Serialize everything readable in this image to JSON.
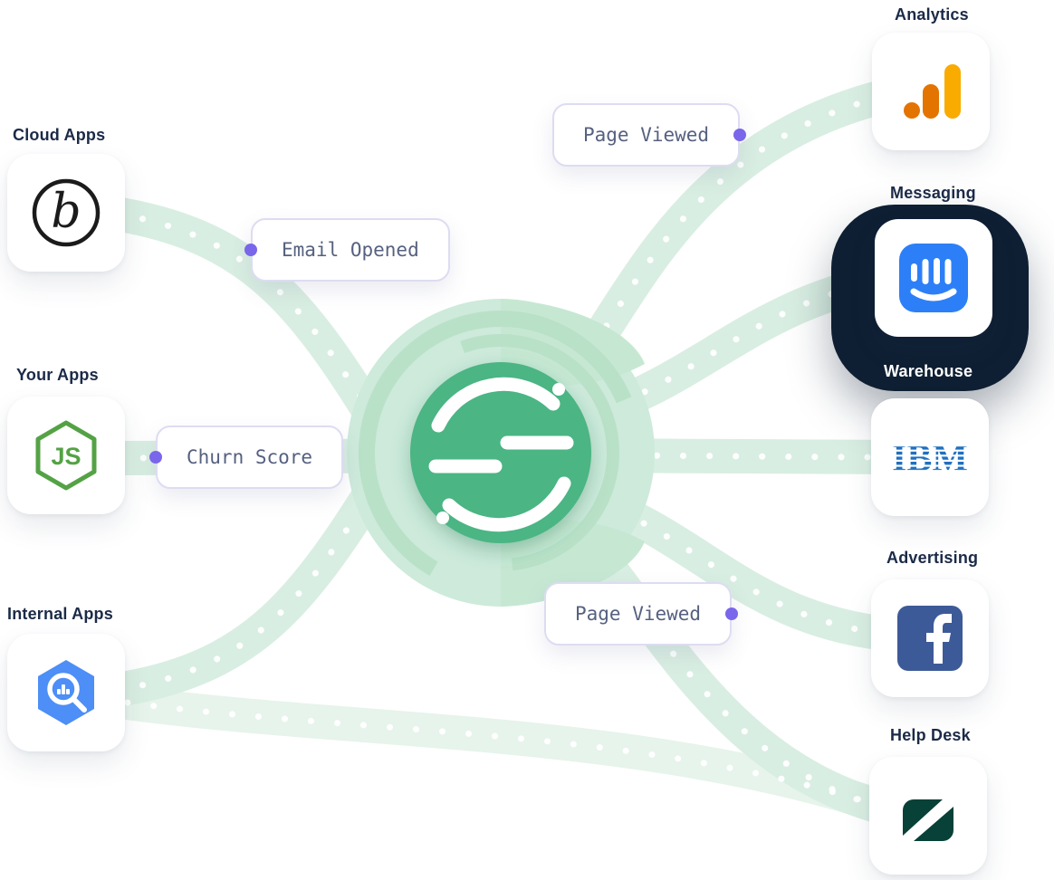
{
  "hub": {
    "name": "segment-hub",
    "color": "#4cb584",
    "glow_color": "#cdeadb"
  },
  "groups": {
    "left": [
      {
        "label": "Cloud Apps",
        "icon": "braze-icon"
      },
      {
        "label": "Your Apps",
        "icon": "nodejs-icon"
      },
      {
        "label": "Internal Apps",
        "icon": "bigquery-icon"
      }
    ],
    "right": [
      {
        "label": "Analytics",
        "icon": "google-analytics-icon"
      },
      {
        "label": "Messaging",
        "icon": "intercom-icon"
      },
      {
        "label": "Warehouse",
        "icon": "ibm-icon"
      },
      {
        "label": "Advertising",
        "icon": "facebook-icon"
      },
      {
        "label": "Help Desk",
        "icon": "zendesk-icon"
      }
    ]
  },
  "pills": [
    {
      "label": "Page Viewed",
      "dot_side": "right"
    },
    {
      "label": "Email Opened",
      "dot_side": "left"
    },
    {
      "label": "Churn Score",
      "dot_side": "left"
    },
    {
      "label": "Page Viewed",
      "dot_side": "right"
    }
  ],
  "icons": {
    "braze_glyph": "b",
    "nodejs_glyph": "JS",
    "ibm_glyph": "IBM"
  },
  "colors": {
    "path": "#d9eee2",
    "path_light": "#e6f4eb",
    "hub_green": "#4cb584",
    "navy_blob": "#0f1f33",
    "pill_dot_purple": "#7a66ea",
    "pill_text": "#566180",
    "label_text": "#1b2a47"
  }
}
